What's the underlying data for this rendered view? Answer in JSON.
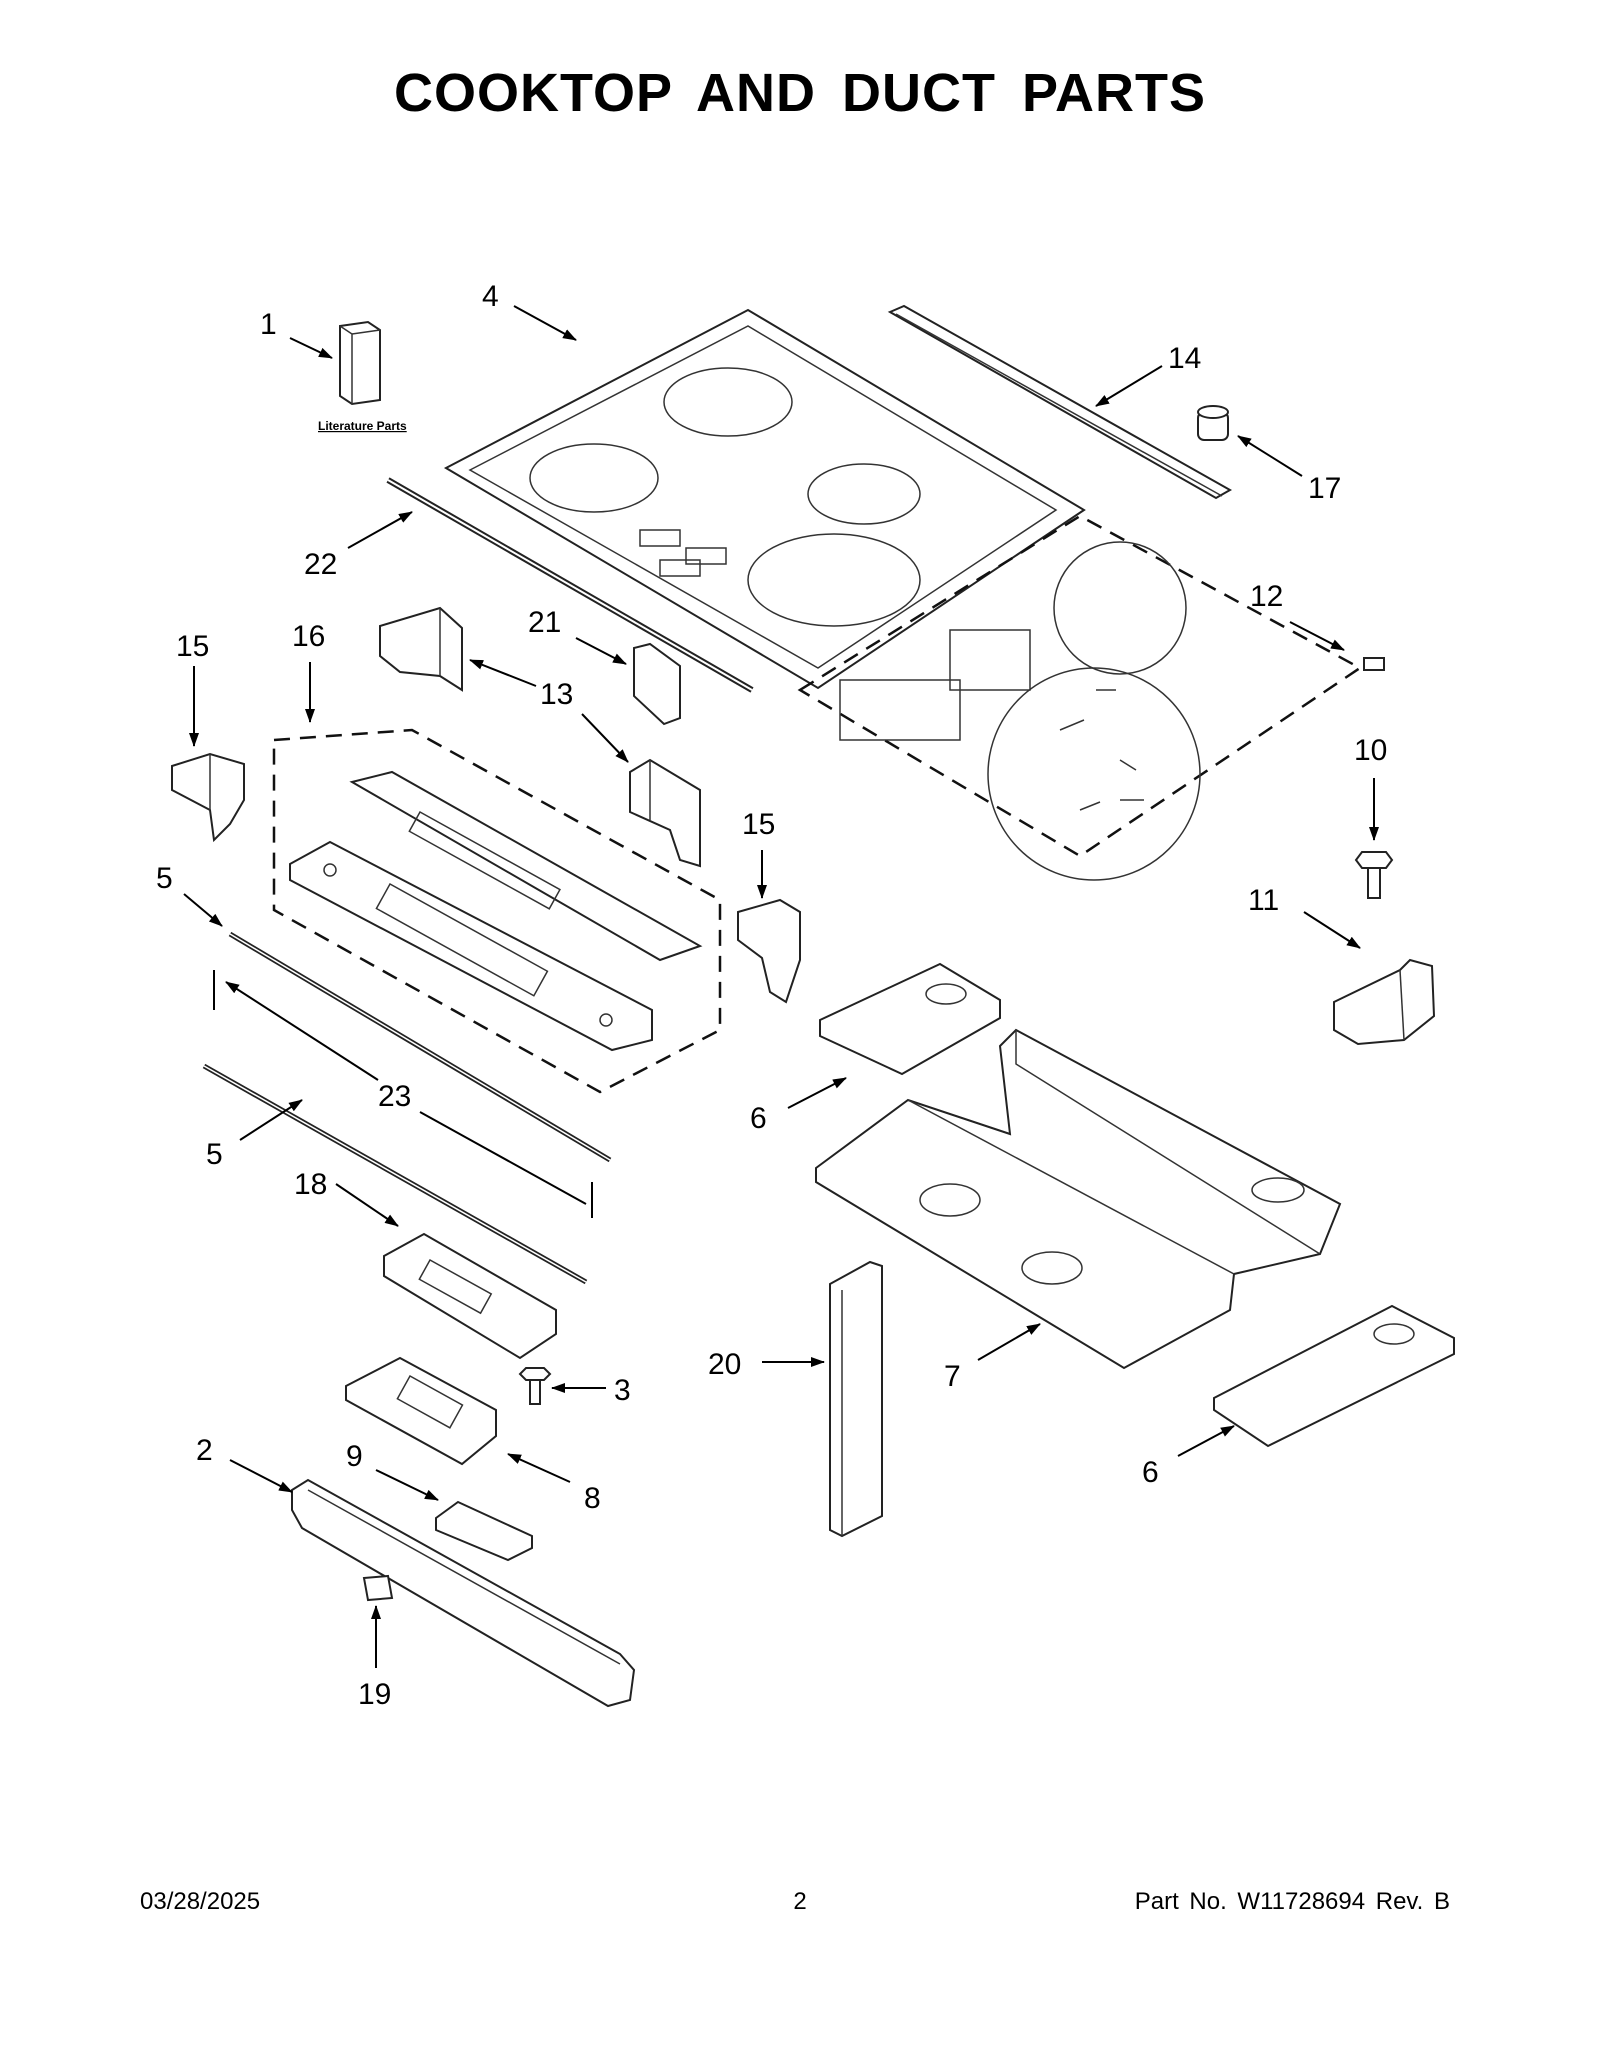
{
  "page": {
    "title": "COOKTOP AND DUCT PARTS",
    "footer": {
      "date": "03/28/2025",
      "page_number": "2",
      "part_number": "Part No.  W11728694  Rev.  B"
    }
  },
  "diagram": {
    "literature_label": "Literature Parts",
    "callouts": [
      {
        "id": "c1",
        "label": "1"
      },
      {
        "id": "c4",
        "label": "4"
      },
      {
        "id": "c14",
        "label": "14"
      },
      {
        "id": "c17",
        "label": "17"
      },
      {
        "id": "c22",
        "label": "22"
      },
      {
        "id": "c12",
        "label": "12"
      },
      {
        "id": "c15a",
        "label": "15"
      },
      {
        "id": "c16",
        "label": "16"
      },
      {
        "id": "c21",
        "label": "21"
      },
      {
        "id": "c13",
        "label": "13"
      },
      {
        "id": "c10",
        "label": "10"
      },
      {
        "id": "c15b",
        "label": "15"
      },
      {
        "id": "c11",
        "label": "11"
      },
      {
        "id": "c5a",
        "label": "5"
      },
      {
        "id": "c23",
        "label": "23"
      },
      {
        "id": "c6a",
        "label": "6"
      },
      {
        "id": "c5b",
        "label": "5"
      },
      {
        "id": "c18",
        "label": "18"
      },
      {
        "id": "c20",
        "label": "20"
      },
      {
        "id": "c7",
        "label": "7"
      },
      {
        "id": "c3",
        "label": "3"
      },
      {
        "id": "c2",
        "label": "2"
      },
      {
        "id": "c9",
        "label": "9"
      },
      {
        "id": "c8",
        "label": "8"
      },
      {
        "id": "c6b",
        "label": "6"
      },
      {
        "id": "c19",
        "label": "19"
      }
    ]
  }
}
